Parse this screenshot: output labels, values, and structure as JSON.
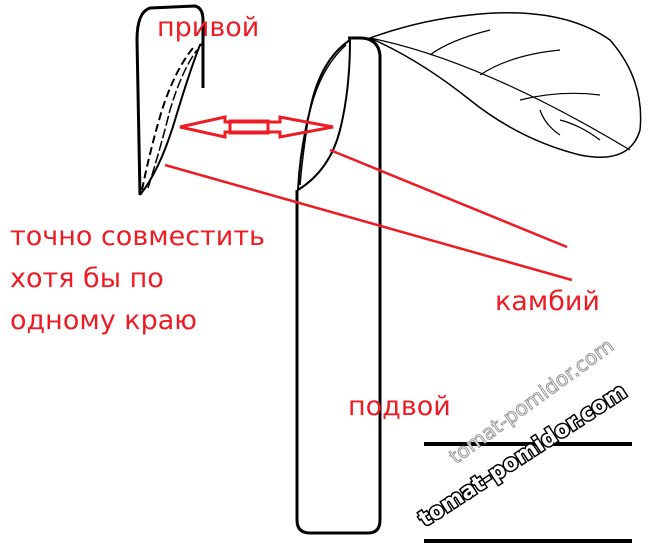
{
  "labels": {
    "scion": "привой",
    "instruction_line1": "точно совместить",
    "instruction_line2": "хотя бы по",
    "instruction_line3": "одному краю",
    "cambium": "камбий",
    "rootstock": "подвой"
  },
  "watermark": "tomat-pomidor.com",
  "colors": {
    "annotation": "#ed1c24",
    "outline": "#000000"
  }
}
